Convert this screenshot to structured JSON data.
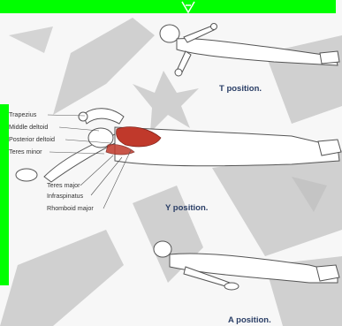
{
  "labels": {
    "t_position": "T position.",
    "y_position": "Y position.",
    "a_position": "A position."
  },
  "muscles": {
    "trapezius": "Trapezius",
    "middle_deltoid": "Middle deltoid",
    "posterior_deltoid": "Posterior deltoid",
    "teres_minor": "Teres minor",
    "teres_major": "Teres major",
    "infraspinatus": "Infraspinatus",
    "rhomboid_major": "Rhomboid major"
  },
  "colors": {
    "accent_green": "#00ff00",
    "label_blue": "#2a3e66",
    "muscle_red": "#c0392b"
  }
}
